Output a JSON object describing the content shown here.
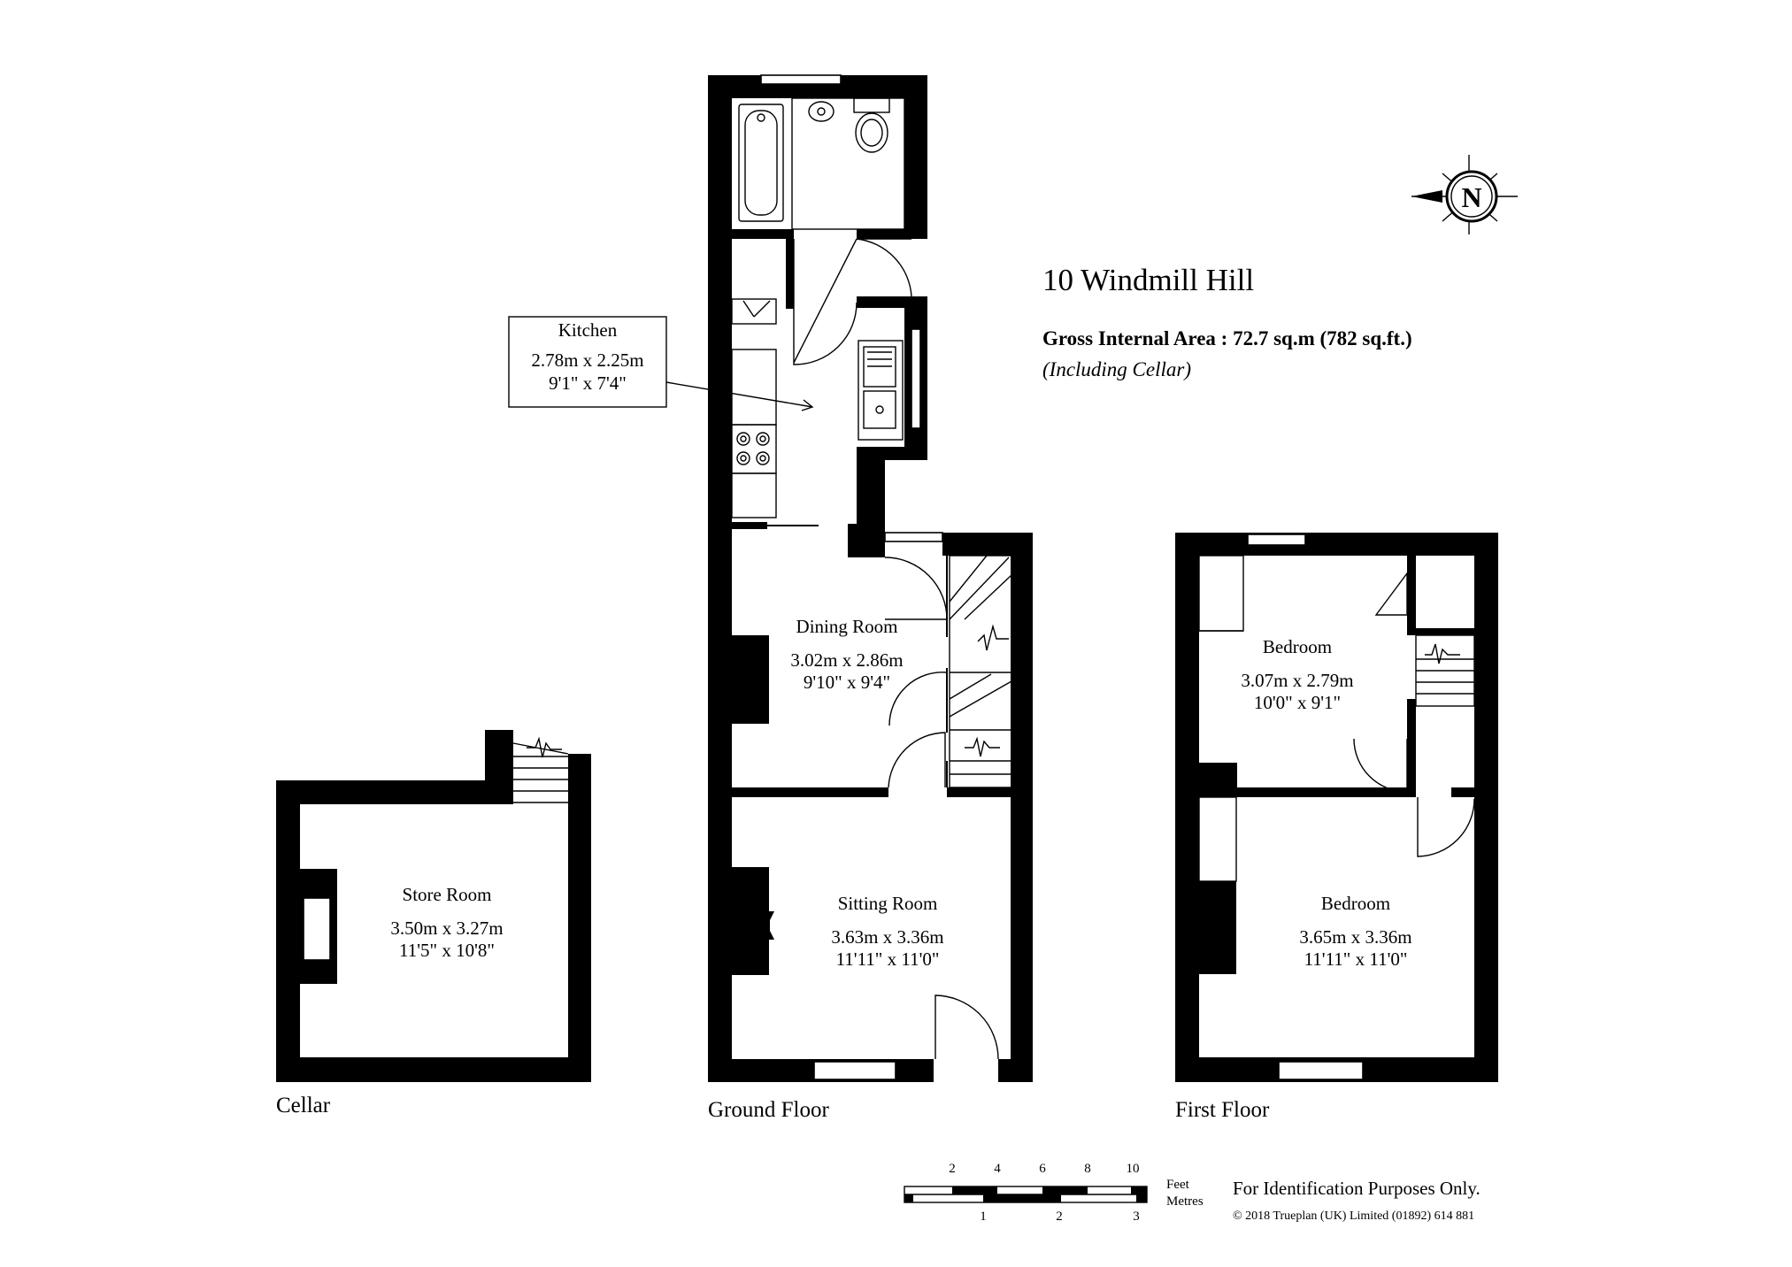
{
  "header": {
    "title": "10 Windmill Hill",
    "area_label": "Gross Internal Area  :  72.7 sq.m   (782 sq.ft.)",
    "area_note": "(Including Cellar)"
  },
  "compass": {
    "letter": "N"
  },
  "floors": {
    "cellar": "Cellar",
    "ground": "Ground Floor",
    "first": "First Floor"
  },
  "rooms": {
    "kitchen": {
      "name": "Kitchen",
      "metric": "2.78m  x  2.25m",
      "imperial": "9'1\"  x  7'4\""
    },
    "dining": {
      "name": "Dining Room",
      "metric": "3.02m  x  2.86m",
      "imperial": "9'10\"  x  9'4\""
    },
    "sitting": {
      "name": "Sitting Room",
      "metric": "3.63m  x  3.36m",
      "imperial": "11'11\"  x  11'0\""
    },
    "store": {
      "name": "Store Room",
      "metric": "3.50m  x  3.27m",
      "imperial": "11'5\"  x  10'8\""
    },
    "bedroom1": {
      "name": "Bedroom",
      "metric": "3.07m  x  2.79m",
      "imperial": "10'0\"  x  9'1\""
    },
    "bedroom2": {
      "name": "Bedroom",
      "metric": "3.65m  x  3.36m",
      "imperial": "11'11\"  x  11'0\""
    }
  },
  "scale_bar": {
    "feet_ticks": [
      "2",
      "4",
      "6",
      "8",
      "10"
    ],
    "metre_ticks": [
      "1",
      "2",
      "3"
    ],
    "feet_label": "Feet",
    "metres_label": "Metres"
  },
  "footer": {
    "identification": "For Identification Purposes Only.",
    "copyright": "© 2018 Trueplan (UK) Limited  (01892) 614 881"
  }
}
